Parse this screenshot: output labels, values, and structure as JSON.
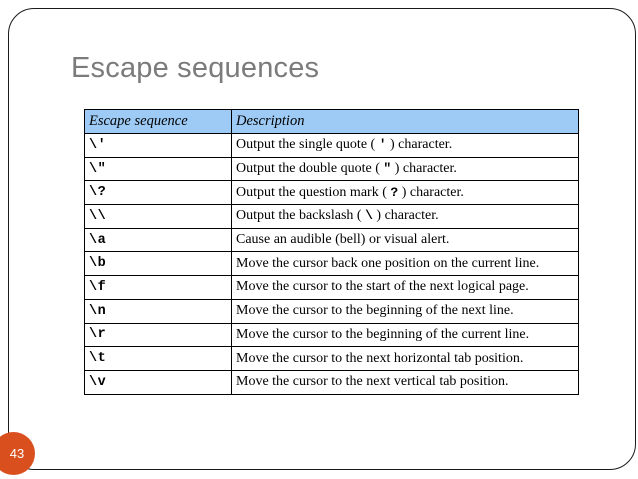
{
  "slide": {
    "title": "Escape sequences",
    "page_number": "43",
    "accent_color": "#d9501e",
    "header_color": "#9dcbf5",
    "title_color": "#7b7b7b"
  },
  "table": {
    "columns": [
      "Escape sequence",
      "Description"
    ],
    "rows": [
      {
        "sequence": "\\'",
        "description_before": "Output the single quote (",
        "description_code": "'",
        "description_after": ") character."
      },
      {
        "sequence": "\\\"",
        "description_before": "Output the double quote (",
        "description_code": "\"",
        "description_after": ") character."
      },
      {
        "sequence": "\\?",
        "description_before": "Output the question mark (",
        "description_code": "?",
        "description_after": ") character."
      },
      {
        "sequence": "\\\\",
        "description_before": "Output the backslash (",
        "description_code": "\\",
        "description_after": ") character."
      },
      {
        "sequence": "\\a",
        "description_before": "Cause an audible (bell) or visual alert.",
        "description_code": "",
        "description_after": ""
      },
      {
        "sequence": "\\b",
        "description_before": "Move the cursor back one position on the current line.",
        "description_code": "",
        "description_after": ""
      },
      {
        "sequence": "\\f",
        "description_before": "Move the cursor to the start of the next logical page.",
        "description_code": "",
        "description_after": ""
      },
      {
        "sequence": "\\n",
        "description_before": "Move the cursor to the beginning of the next line.",
        "description_code": "",
        "description_after": ""
      },
      {
        "sequence": "\\r",
        "description_before": "Move the cursor to the beginning of the current line.",
        "description_code": "",
        "description_after": ""
      },
      {
        "sequence": "\\t",
        "description_before": "Move the cursor to the next horizontal tab position.",
        "description_code": "",
        "description_after": ""
      },
      {
        "sequence": "\\v",
        "description_before": "Move the cursor to the next vertical tab position.",
        "description_code": "",
        "description_after": ""
      }
    ]
  }
}
